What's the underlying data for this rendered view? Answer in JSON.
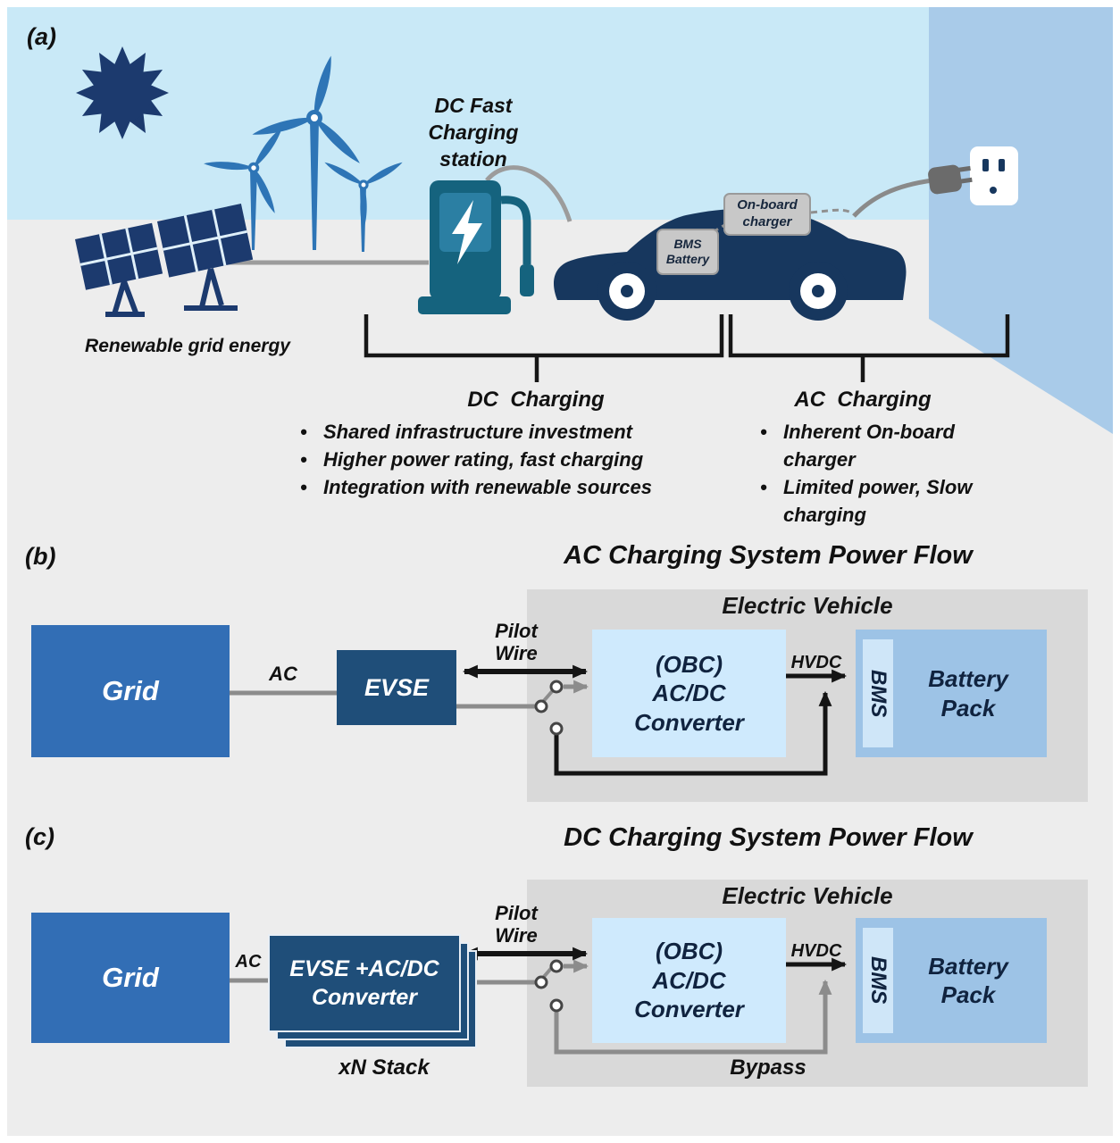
{
  "a": {
    "label": "(a)",
    "station_label": "DC Fast\nCharging\nstation",
    "renewable_label": "Renewable grid energy",
    "car": {
      "onboard_charger": "On-board\ncharger",
      "bms_battery": "BMS\nBattery"
    },
    "dc_charging": {
      "title": "DC  Charging",
      "bullets": [
        "Shared infrastructure investment",
        "Higher power rating, fast charging",
        "Integration with renewable sources"
      ]
    },
    "ac_charging": {
      "title": "AC  Charging",
      "bullets": [
        "Inherent On-board charger",
        "Limited power, Slow charging"
      ]
    }
  },
  "b": {
    "label": "(b)",
    "title": "AC Charging System Power Flow",
    "ev_title": "Electric Vehicle",
    "grid": "Grid",
    "ac": "AC",
    "evse": "EVSE",
    "pilot_wire": "Pilot\nWire",
    "obc": "(OBC)\nAC/DC\nConverter",
    "hvdc": "HVDC",
    "bms": "BMS",
    "battery": "Battery\nPack"
  },
  "c": {
    "label": "(c)",
    "title": "DC Charging System Power Flow",
    "ev_title": "Electric Vehicle",
    "grid": "Grid",
    "ac": "AC",
    "evse": "EVSE +AC/DC\nConverter",
    "stack": "xN Stack",
    "pilot_wire": "Pilot\nWire",
    "obc": "(OBC)\nAC/DC\nConverter",
    "hvdc": "HVDC",
    "bms": "BMS",
    "battery": "Battery\nPack",
    "bypass": "Bypass"
  },
  "colors": {
    "sky": "#c9e9f7",
    "wall": "#a9cbe9",
    "ground": "#ededed",
    "navy": "#17375e",
    "turbine_blue": "#2e75b6",
    "station_teal": "#15637e",
    "grid_blue": "#326eb5",
    "evse_navy": "#1f4e79",
    "obc_light_blue": "#cfeafd",
    "battery_blue": "#9dc3e6",
    "ev_gray": "#d9d9d9",
    "wire_gray": "#8c8c8c",
    "ink": "#111111"
  }
}
